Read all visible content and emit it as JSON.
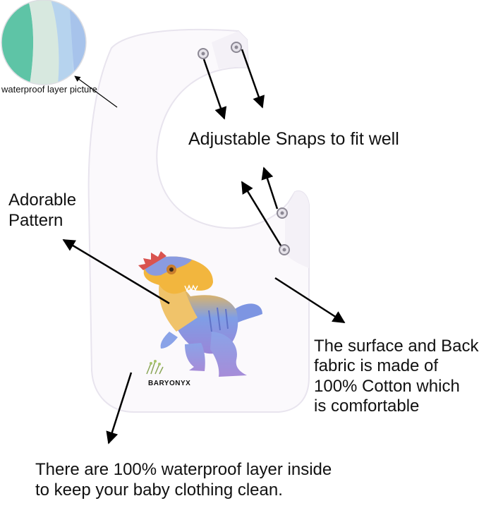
{
  "labels": {
    "inset_caption": "waterproof layer picture",
    "snaps": "Adjustable Snaps to fit well",
    "pattern_line1": "Adorable",
    "pattern_line2": "Pattern",
    "cotton_line1": "The surface and Back",
    "cotton_line2": "fabric is made of",
    "cotton_line3": "100% Cotton which",
    "cotton_line4": "is comfortable",
    "waterproof_line1": "There are 100% waterproof layer inside",
    "waterproof_line2": "to keep your baby clothing  clean.",
    "dino_name": "BARYONYX"
  },
  "colors": {
    "bib": "#fbf9fc",
    "inset_green": "#5ec4a6",
    "inset_blue": "#c6dcf2",
    "arrow": "#000000"
  }
}
